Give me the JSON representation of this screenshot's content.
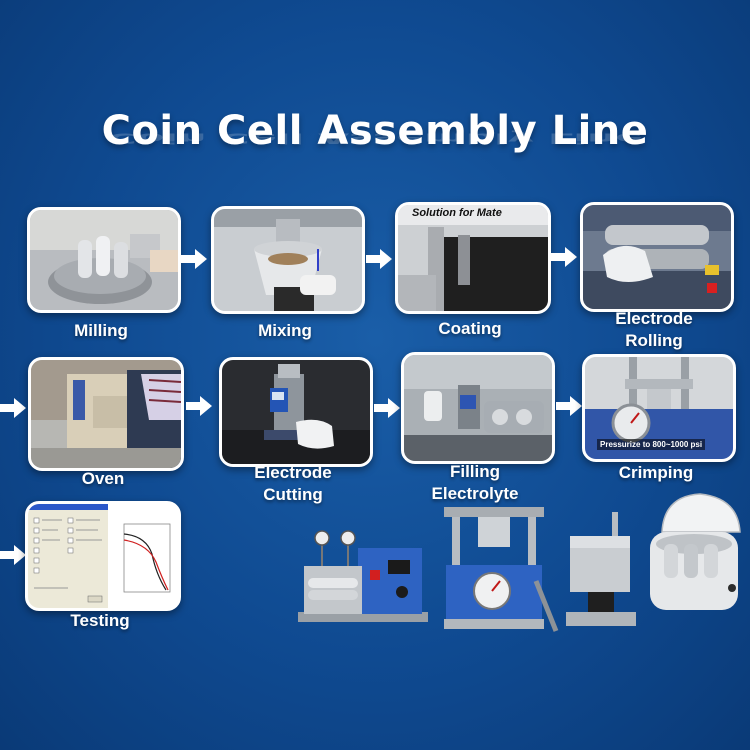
{
  "title": "Coin Cell Assembly Line",
  "colors": {
    "background": "#1558a3",
    "text": "#ffffff",
    "border": "#ffffff"
  },
  "steps": [
    {
      "label": "Milling"
    },
    {
      "label": "Mixing"
    },
    {
      "label": "Coating"
    },
    {
      "label": "Electrode\nRolling"
    },
    {
      "label": "Oven"
    },
    {
      "label": "Electrode\nCutting"
    },
    {
      "label": "Filling\nElectrolyte"
    },
    {
      "label": "Crimping"
    },
    {
      "label": "Testing"
    }
  ],
  "photo_texts": {
    "coating_banner": "Solution for Mate",
    "crimping_caption": "Pressurize to 800~1000 psi"
  }
}
